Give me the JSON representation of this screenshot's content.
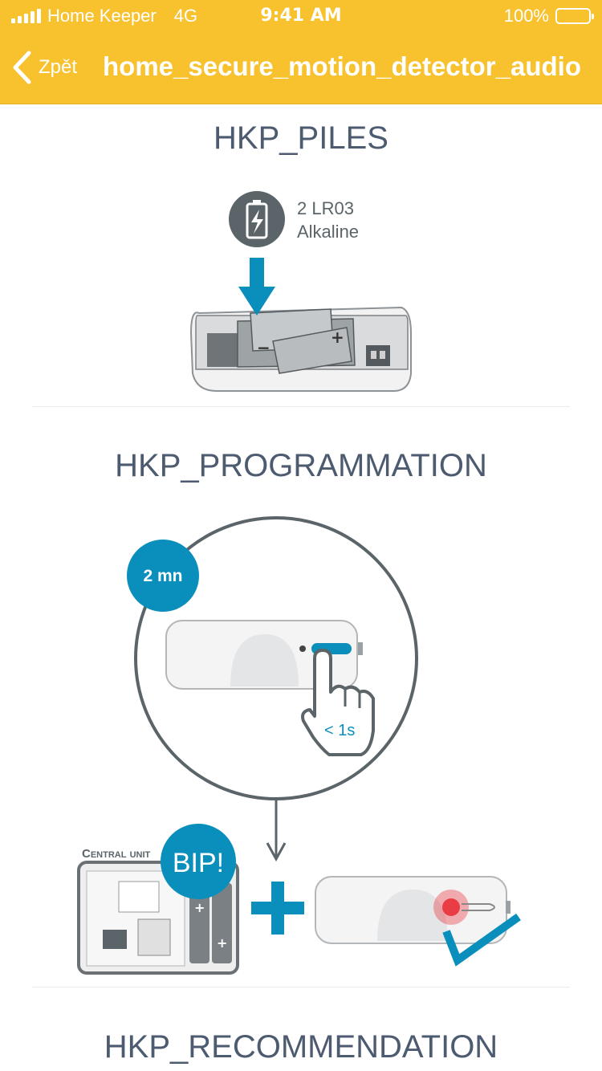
{
  "status": {
    "carrier": "Home Keeper",
    "network": "4G",
    "time": "9:41 AM",
    "battery": "100%"
  },
  "nav": {
    "back_label": "Zpět",
    "title": "home_secure_motion_detector_audio"
  },
  "sections": [
    {
      "title": "HKP_PILES"
    },
    {
      "title": "HKP_PROGRAMMATION"
    },
    {
      "title": "HKP_RECOMMENDATION"
    }
  ],
  "battery_spec": {
    "line1": "2 LR03",
    "line2": "Alkaline"
  },
  "programming": {
    "timer_badge": "2 mn",
    "press_duration": "< 1s",
    "central_unit_label": "Central unit",
    "bip_badge": "BIP!"
  },
  "colors": {
    "header": "#f8c12e",
    "accent": "#0a8fbd",
    "title_text": "#4d5b70",
    "icon_dark": "#5b6468",
    "led": "#e8202a"
  },
  "icons": [
    "chevron-left-icon",
    "battery-icon",
    "arrow-down-icon",
    "plus-icon",
    "checkmark-icon",
    "hand-press-icon"
  ]
}
